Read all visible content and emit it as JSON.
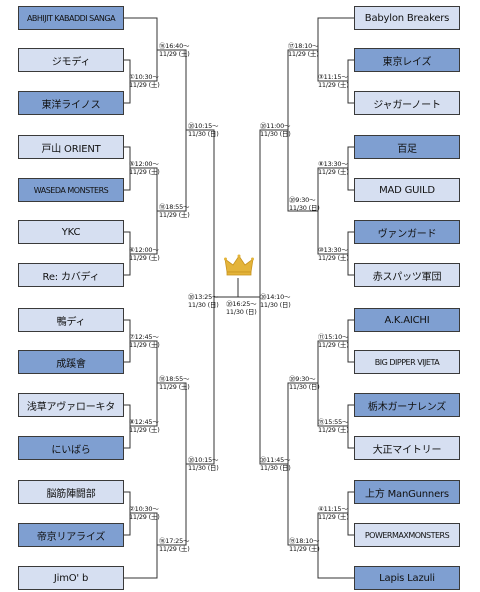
{
  "teams_left": [
    {
      "name": "ABHIJIT KABADDI SANGA",
      "tone": "dark"
    },
    {
      "name": "ジモディ",
      "tone": "light"
    },
    {
      "name": "東洋ライノス",
      "tone": "dark"
    },
    {
      "name": "戸山 ORIENT",
      "tone": "light"
    },
    {
      "name": "WASEDA MONSTERS",
      "tone": "dark"
    },
    {
      "name": "YKC",
      "tone": "light"
    },
    {
      "name": "Re: カバディ",
      "tone": "light"
    },
    {
      "name": "鴨ディ",
      "tone": "light"
    },
    {
      "name": "成蹊會",
      "tone": "dark"
    },
    {
      "name": "浅草アヴァローキタ",
      "tone": "light"
    },
    {
      "name": "にいばら",
      "tone": "dark"
    },
    {
      "name": "脳筋陣闘部",
      "tone": "light"
    },
    {
      "name": "帝京リアライズ",
      "tone": "dark"
    },
    {
      "name": "JimO' b",
      "tone": "light"
    }
  ],
  "teams_right": [
    {
      "name": "Babylon Breakers",
      "tone": "light"
    },
    {
      "name": "東京レイズ",
      "tone": "dark"
    },
    {
      "name": "ジャガーノート",
      "tone": "light"
    },
    {
      "name": "百足",
      "tone": "dark"
    },
    {
      "name": "MAD GUILD",
      "tone": "light"
    },
    {
      "name": "ヴァンガード",
      "tone": "dark"
    },
    {
      "name": "赤スパッツ軍団",
      "tone": "light"
    },
    {
      "name": "A.K.AICHI",
      "tone": "dark"
    },
    {
      "name": "BIG DIPPER VIJETA",
      "tone": "light"
    },
    {
      "name": "栃木ガーナレンズ",
      "tone": "dark"
    },
    {
      "name": "大正マイトリー",
      "tone": "light"
    },
    {
      "name": "上方 ManGunners",
      "tone": "dark"
    },
    {
      "name": "POWERMAXMONSTERS",
      "tone": "light"
    },
    {
      "name": "Lapis Lazuli",
      "tone": "dark"
    }
  ],
  "schedules": [
    {
      "time": "⑯16:40～",
      "date": "11/29 (土)"
    },
    {
      "time": "①10:30～",
      "date": "11/29 (土)"
    },
    {
      "time": "⑳10:15～",
      "date": "11/30 (日)"
    },
    {
      "time": "⑤12:00～",
      "date": "11/29 (土)"
    },
    {
      "time": "⑱18:55～",
      "date": "11/29 (土)"
    },
    {
      "time": "⑥12:00～",
      "date": "11/29 (土)"
    },
    {
      "time": "⑦12:45～",
      "date": "11/29 (土)"
    },
    {
      "time": "⑱18:55～",
      "date": "11/29 (土)"
    },
    {
      "time": "⑧12:45～",
      "date": "11/29 (土)"
    },
    {
      "time": "⑳10:15～",
      "date": "11/30 (日)"
    },
    {
      "time": "②10:30～",
      "date": "11/29 (土)"
    },
    {
      "time": "⑯17:25～",
      "date": "11/29 (土)"
    },
    {
      "time": "⑳13:25～",
      "date": "11/30 (日)"
    },
    {
      "time": "⑰18:10～",
      "date": "11/29 (土)"
    },
    {
      "time": "③11:15～",
      "date": "11/29 (土)"
    },
    {
      "time": "⑳11:00～",
      "date": "11/30 (日)"
    },
    {
      "time": "⑧13:30～",
      "date": "11/29 (土)"
    },
    {
      "time": "⑳9:30～",
      "date": "11/30 (日)"
    },
    {
      "time": "⑩13:30～",
      "date": "11/29 (土)"
    },
    {
      "time": "⑳14:10～",
      "date": "11/30 (日)"
    },
    {
      "time": "⑪15:10～",
      "date": "11/29 (土)"
    },
    {
      "time": "⑳9:30～",
      "date": "11/30 (日)"
    },
    {
      "time": "⑮15:55～",
      "date": "11/29 (土)"
    },
    {
      "time": "⑳11:45～",
      "date": "11/30 (日)"
    },
    {
      "time": "④11:15～",
      "date": "11/29 (土)"
    },
    {
      "time": "⑲18:10～",
      "date": "11/29 (土)"
    },
    {
      "time": "⑳16:25～",
      "date": "11/30 (日)"
    }
  ],
  "icons": {
    "trophy": "crown-icon"
  },
  "colors": {
    "team_dark": "#7f9fd1",
    "team_light": "#d6dff1",
    "line": "#333333",
    "crown": "#e4b43a"
  }
}
